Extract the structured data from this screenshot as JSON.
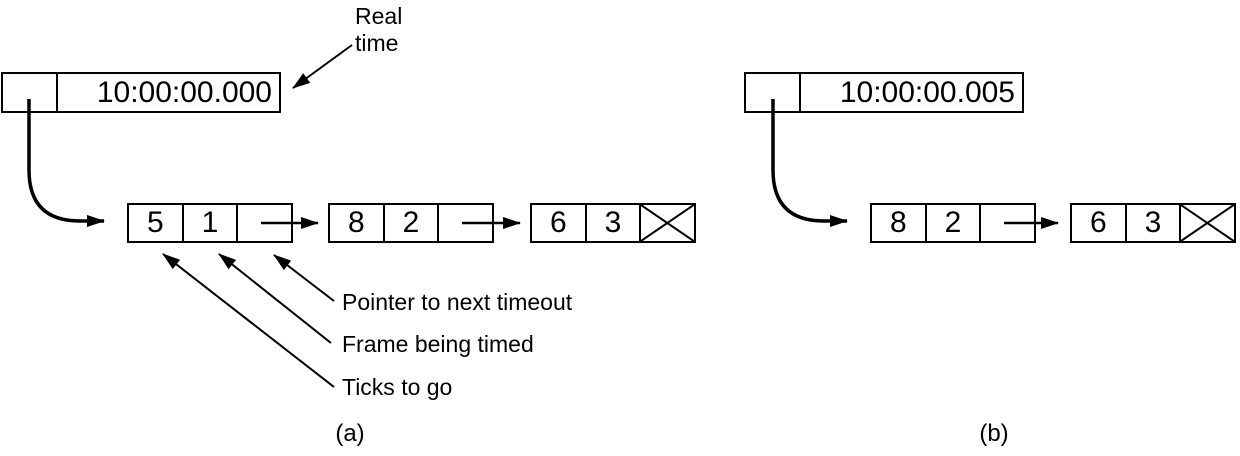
{
  "colors": {
    "ink": "#000000",
    "paper": "#ffffff"
  },
  "annotations": {
    "real_time_line1": "Real",
    "real_time_line2": "time",
    "pointer_to_next": "Pointer to next timeout",
    "frame_being_timed": "Frame being timed",
    "ticks_to_go": "Ticks to go"
  },
  "panel_a": {
    "caption": "(a)",
    "clock_time": "10:00:00.000",
    "nodes": [
      {
        "ticks": "5",
        "frame": "1",
        "pointer": "next"
      },
      {
        "ticks": "8",
        "frame": "2",
        "pointer": "next"
      },
      {
        "ticks": "6",
        "frame": "3",
        "pointer": "null"
      }
    ]
  },
  "panel_b": {
    "caption": "(b)",
    "clock_time": "10:00:00.005",
    "nodes": [
      {
        "ticks": "8",
        "frame": "2",
        "pointer": "next"
      },
      {
        "ticks": "6",
        "frame": "3",
        "pointer": "null"
      }
    ]
  }
}
